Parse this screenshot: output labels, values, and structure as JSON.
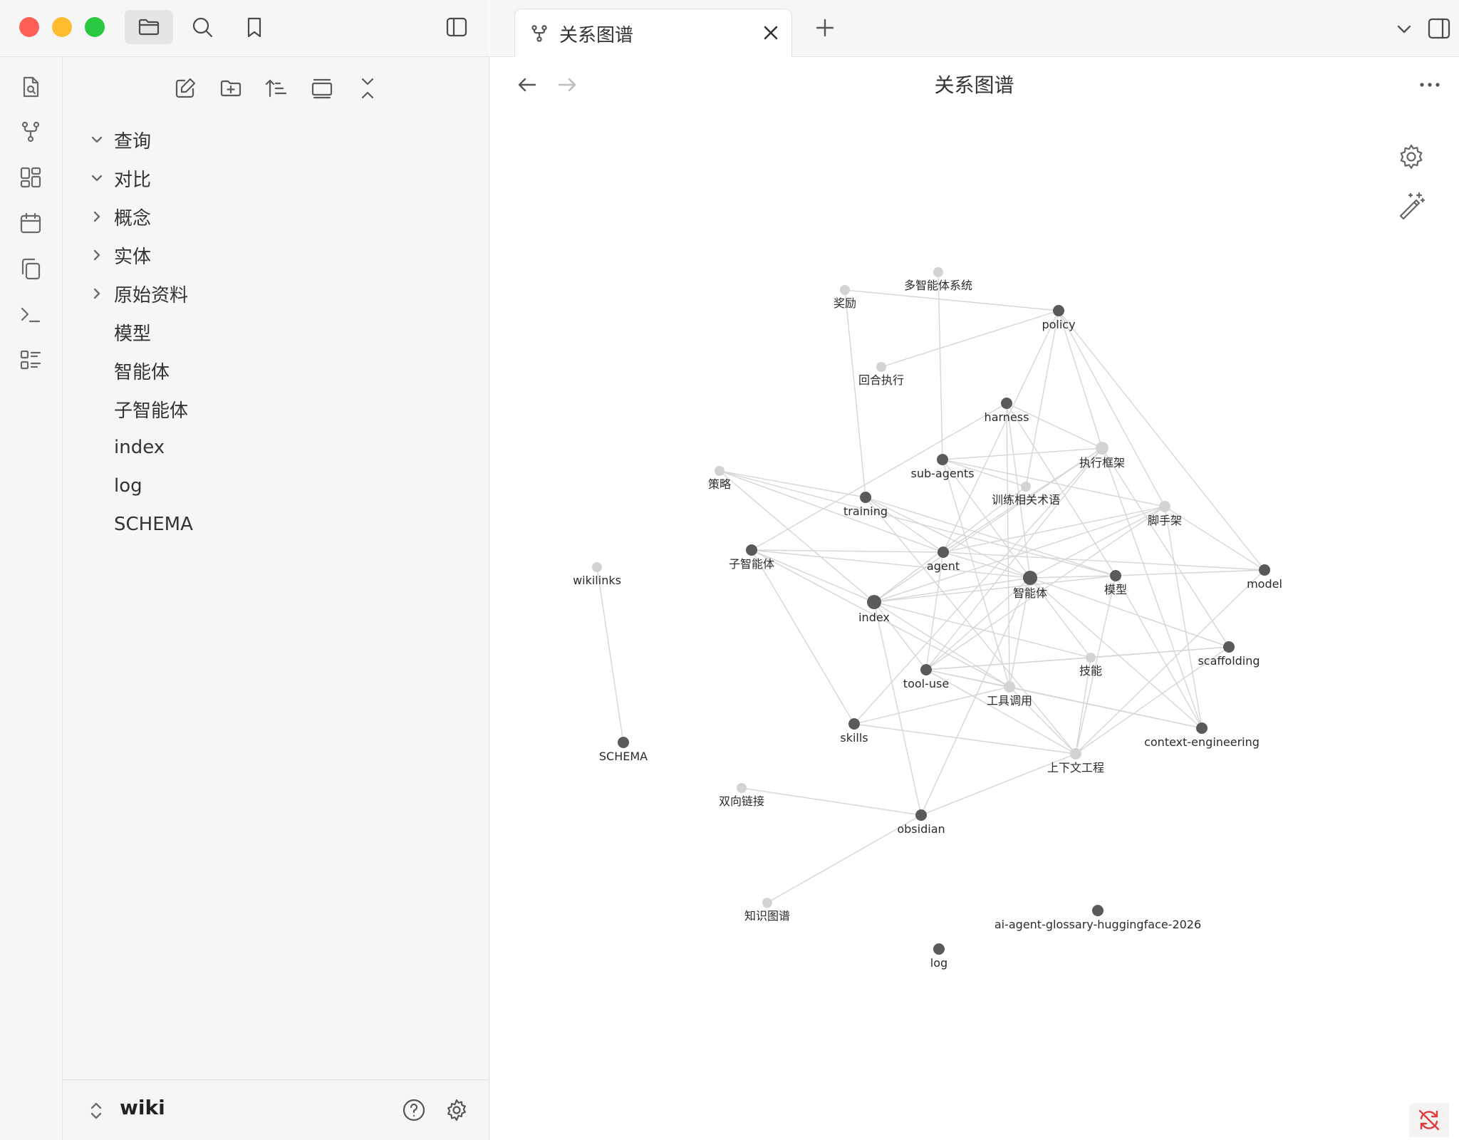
{
  "tab": {
    "title": "关系图谱"
  },
  "view": {
    "title": "关系图谱"
  },
  "explorer": {
    "items": [
      {
        "label": "查询",
        "type": "folder",
        "expanded": true
      },
      {
        "label": "对比",
        "type": "folder",
        "expanded": true
      },
      {
        "label": "概念",
        "type": "folder",
        "expanded": false
      },
      {
        "label": "实体",
        "type": "folder",
        "expanded": false
      },
      {
        "label": "原始资料",
        "type": "folder",
        "expanded": false
      },
      {
        "label": "模型",
        "type": "file"
      },
      {
        "label": "智能体",
        "type": "file"
      },
      {
        "label": "子智能体",
        "type": "file"
      },
      {
        "label": "index",
        "type": "file"
      },
      {
        "label": "log",
        "type": "file"
      },
      {
        "label": "SCHEMA",
        "type": "file"
      }
    ]
  },
  "vault": {
    "name": "wiki"
  },
  "colors": {
    "node_dark": "#5a5a5a",
    "node_light": "#d3d3d3",
    "edge": "#d6d6d6",
    "sync_error": "#e03c3c"
  },
  "graph": {
    "nodes": [
      {
        "id": "多智能体系统",
        "label": "多智能体系统",
        "kind": "light"
      },
      {
        "id": "奖励",
        "label": "奖励",
        "kind": "light"
      },
      {
        "id": "policy",
        "label": "policy",
        "kind": "dark"
      },
      {
        "id": "回合执行",
        "label": "回合执行",
        "kind": "light"
      },
      {
        "id": "harness",
        "label": "harness",
        "kind": "dark"
      },
      {
        "id": "执行框架",
        "label": "执行框架",
        "kind": "light"
      },
      {
        "id": "sub-agents",
        "label": "sub-agents",
        "kind": "dark"
      },
      {
        "id": "策略",
        "label": "策略",
        "kind": "light"
      },
      {
        "id": "训练相关术语",
        "label": "训练相关术语",
        "kind": "light"
      },
      {
        "id": "training",
        "label": "training",
        "kind": "dark"
      },
      {
        "id": "脚手架",
        "label": "脚手架",
        "kind": "light"
      },
      {
        "id": "子智能体",
        "label": "子智能体",
        "kind": "dark"
      },
      {
        "id": "agent",
        "label": "agent",
        "kind": "dark"
      },
      {
        "id": "model",
        "label": "model",
        "kind": "dark"
      },
      {
        "id": "wikilinks",
        "label": "wikilinks",
        "kind": "light"
      },
      {
        "id": "模型",
        "label": "模型",
        "kind": "dark"
      },
      {
        "id": "智能体",
        "label": "智能体",
        "kind": "dark"
      },
      {
        "id": "index",
        "label": "index",
        "kind": "dark"
      },
      {
        "id": "scaffolding",
        "label": "scaffolding",
        "kind": "dark"
      },
      {
        "id": "技能",
        "label": "技能",
        "kind": "light"
      },
      {
        "id": "tool-use",
        "label": "tool-use",
        "kind": "dark"
      },
      {
        "id": "工具调用",
        "label": "工具调用",
        "kind": "light"
      },
      {
        "id": "skills",
        "label": "skills",
        "kind": "dark"
      },
      {
        "id": "context-engineering",
        "label": "context-engineering",
        "kind": "dark"
      },
      {
        "id": "SCHEMA",
        "label": "SCHEMA",
        "kind": "dark"
      },
      {
        "id": "上下文工程",
        "label": "上下文工程",
        "kind": "light"
      },
      {
        "id": "双向链接",
        "label": "双向链接",
        "kind": "light"
      },
      {
        "id": "obsidian",
        "label": "obsidian",
        "kind": "dark"
      },
      {
        "id": "知识图谱",
        "label": "知识图谱",
        "kind": "light"
      },
      {
        "id": "ai-agent-glossary-huggingface-2026",
        "label": "ai-agent-glossary-huggingface-2026",
        "kind": "dark"
      },
      {
        "id": "log",
        "label": "log",
        "kind": "dark"
      }
    ],
    "edges": [
      [
        "奖励",
        "policy"
      ],
      [
        "奖励",
        "training"
      ],
      [
        "多智能体系统",
        "sub-agents"
      ],
      [
        "回合执行",
        "policy"
      ],
      [
        "policy",
        "执行框架"
      ],
      [
        "policy",
        "训练相关术语"
      ],
      [
        "policy",
        "脚手架"
      ],
      [
        "policy",
        "model"
      ],
      [
        "policy",
        "agent"
      ],
      [
        "harness",
        "执行框架"
      ],
      [
        "harness",
        "智能体"
      ],
      [
        "harness",
        "子智能体"
      ],
      [
        "harness",
        "模型"
      ],
      [
        "harness",
        "工具调用"
      ],
      [
        "sub-agents",
        "执行框架"
      ],
      [
        "sub-agents",
        "脚手架"
      ],
      [
        "sub-agents",
        "智能体"
      ],
      [
        "sub-agents",
        "工具调用"
      ],
      [
        "sub-agents",
        "训练相关术语"
      ],
      [
        "策略",
        "training"
      ],
      [
        "策略",
        "agent"
      ],
      [
        "策略",
        "index"
      ],
      [
        "策略",
        "模型"
      ],
      [
        "training",
        "智能体"
      ],
      [
        "training",
        "模型"
      ],
      [
        "training",
        "上下文工程"
      ],
      [
        "training",
        "agent"
      ],
      [
        "子智能体",
        "agent"
      ],
      [
        "子智能体",
        "index"
      ],
      [
        "子智能体",
        "skills"
      ],
      [
        "子智能体",
        "智能体"
      ],
      [
        "子智能体",
        "工具调用"
      ],
      [
        "agent",
        "执行框架"
      ],
      [
        "agent",
        "智能体"
      ],
      [
        "agent",
        "model"
      ],
      [
        "agent",
        "tool-use"
      ],
      [
        "agent",
        "脚手架"
      ],
      [
        "智能体",
        "模型"
      ],
      [
        "智能体",
        "index"
      ],
      [
        "智能体",
        "context-engineering"
      ],
      [
        "智能体",
        "scaffolding"
      ],
      [
        "智能体",
        "tool-use"
      ],
      [
        "智能体",
        "工具调用"
      ],
      [
        "智能体",
        "技能"
      ],
      [
        "智能体",
        "脚手架"
      ],
      [
        "index",
        "模型"
      ],
      [
        "index",
        "执行框架"
      ],
      [
        "index",
        "训练相关术语"
      ],
      [
        "index",
        "脚手架"
      ],
      [
        "index",
        "obsidian"
      ],
      [
        "index",
        "技能"
      ],
      [
        "index",
        "工具调用"
      ],
      [
        "index",
        "tool-use"
      ],
      [
        "模型",
        "model"
      ],
      [
        "模型",
        "context-engineering"
      ],
      [
        "模型",
        "上下文工程"
      ],
      [
        "执行框架",
        "scaffolding"
      ],
      [
        "执行框架",
        "context-engineering"
      ],
      [
        "执行框架",
        "tool-use"
      ],
      [
        "脚手架",
        "context-engineering"
      ],
      [
        "脚手架",
        "tool-use"
      ],
      [
        "脚手架",
        "model"
      ],
      [
        "scaffolding",
        "技能"
      ],
      [
        "scaffolding",
        "上下文工程"
      ],
      [
        "scaffolding",
        "tool-use"
      ],
      [
        "model",
        "上下文工程"
      ],
      [
        "tool-use",
        "技能"
      ],
      [
        "tool-use",
        "工具调用"
      ],
      [
        "tool-use",
        "context-engineering"
      ],
      [
        "tool-use",
        "上下文工程"
      ],
      [
        "skills",
        "工具调用"
      ],
      [
        "skills",
        "上下文工程"
      ],
      [
        "skills",
        "执行框架"
      ],
      [
        "工具调用",
        "context-engineering"
      ],
      [
        "工具调用",
        "上下文工程"
      ],
      [
        "技能",
        "上下文工程"
      ],
      [
        "上下文工程",
        "obsidian"
      ],
      [
        "obsidian",
        "双向链接"
      ],
      [
        "obsidian",
        "知识图谱"
      ],
      [
        "obsidian",
        "智能体"
      ],
      [
        "wikilinks",
        "SCHEMA"
      ]
    ]
  }
}
